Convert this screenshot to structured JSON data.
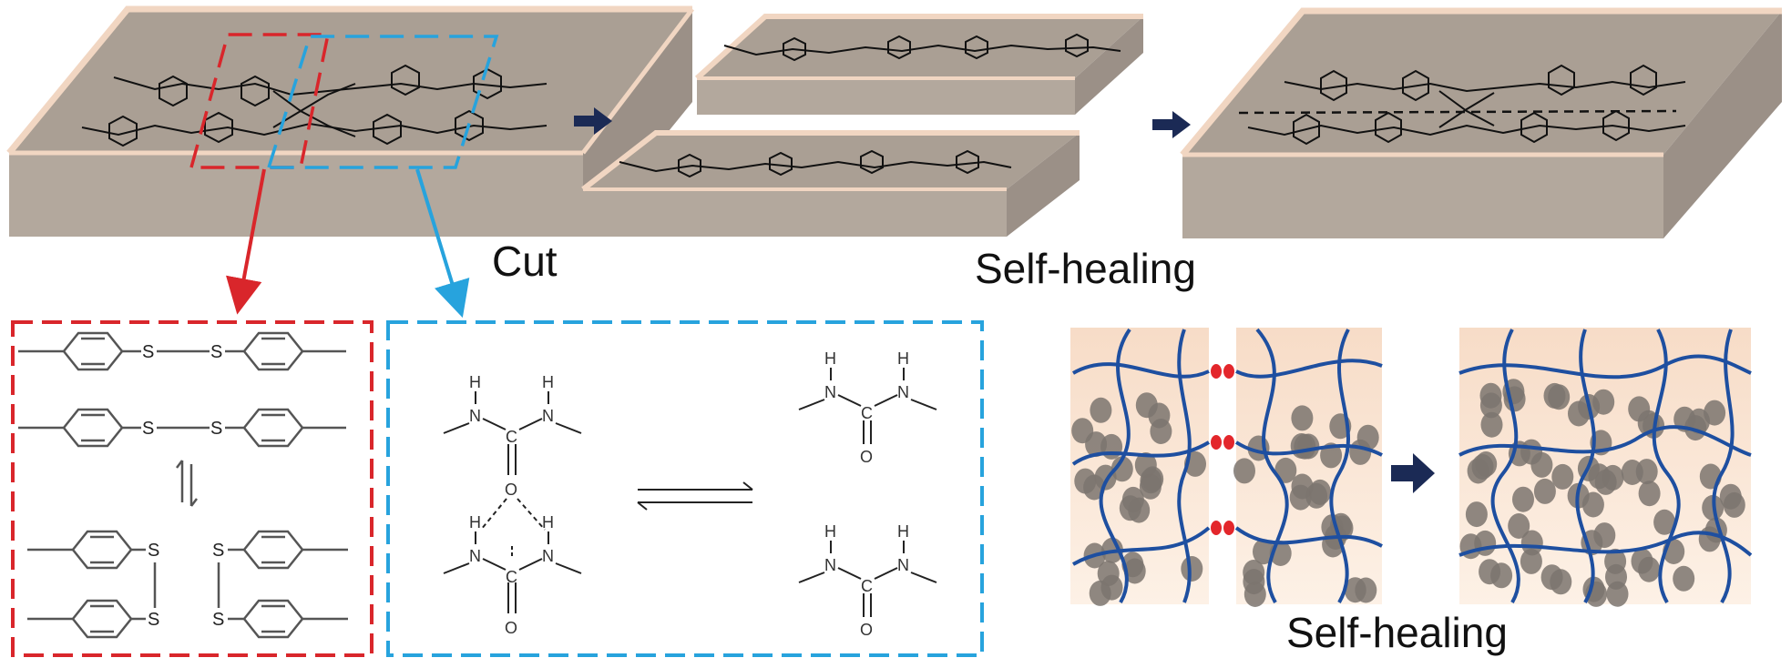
{
  "labels": {
    "cut": "Cut",
    "self_healing_top": "Self-healing",
    "self_healing_bottom": "Self-healing"
  },
  "atoms": {
    "sulfur": "S",
    "hydrogen": "H",
    "nitrogen": "N",
    "carbon": "C",
    "oxygen": "O"
  },
  "colors": {
    "slab_top": "#aa9f94",
    "slab_front": "#b3a89d",
    "slab_side": "#9b9087",
    "slab_edge": "#f1d6c2",
    "disulfide_box": "#d9262b",
    "hbond_box": "#27a3dd",
    "arrow_dark": "#1b2a55",
    "network_line": "#1e4fa0",
    "particle": "#7b746f",
    "network_bg_top": "#f7dcc7",
    "network_bg_bottom": "#fdf1e6",
    "junction": "#e3262b"
  }
}
